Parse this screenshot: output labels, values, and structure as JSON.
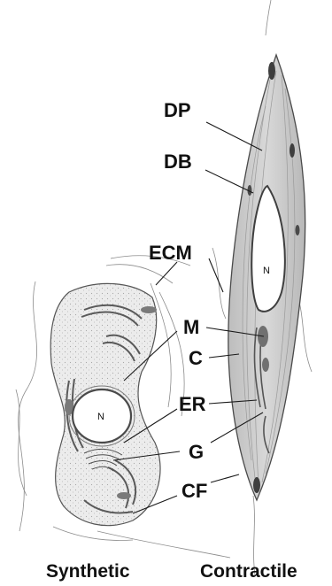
{
  "labels": {
    "dp": "DP",
    "db": "DB",
    "ecm": "ECM",
    "m": "M",
    "c": "C",
    "er": "ER",
    "g": "G",
    "cf": "CF",
    "n_synthetic": "N",
    "n_contractile": "N"
  },
  "captions": {
    "synthetic": "Synthetic",
    "contractile": "Contractile"
  },
  "colors": {
    "ink": "#111111",
    "cell_fill": "#d9d9d9",
    "organelle": "#6e6e6e",
    "background": "#ffffff"
  }
}
